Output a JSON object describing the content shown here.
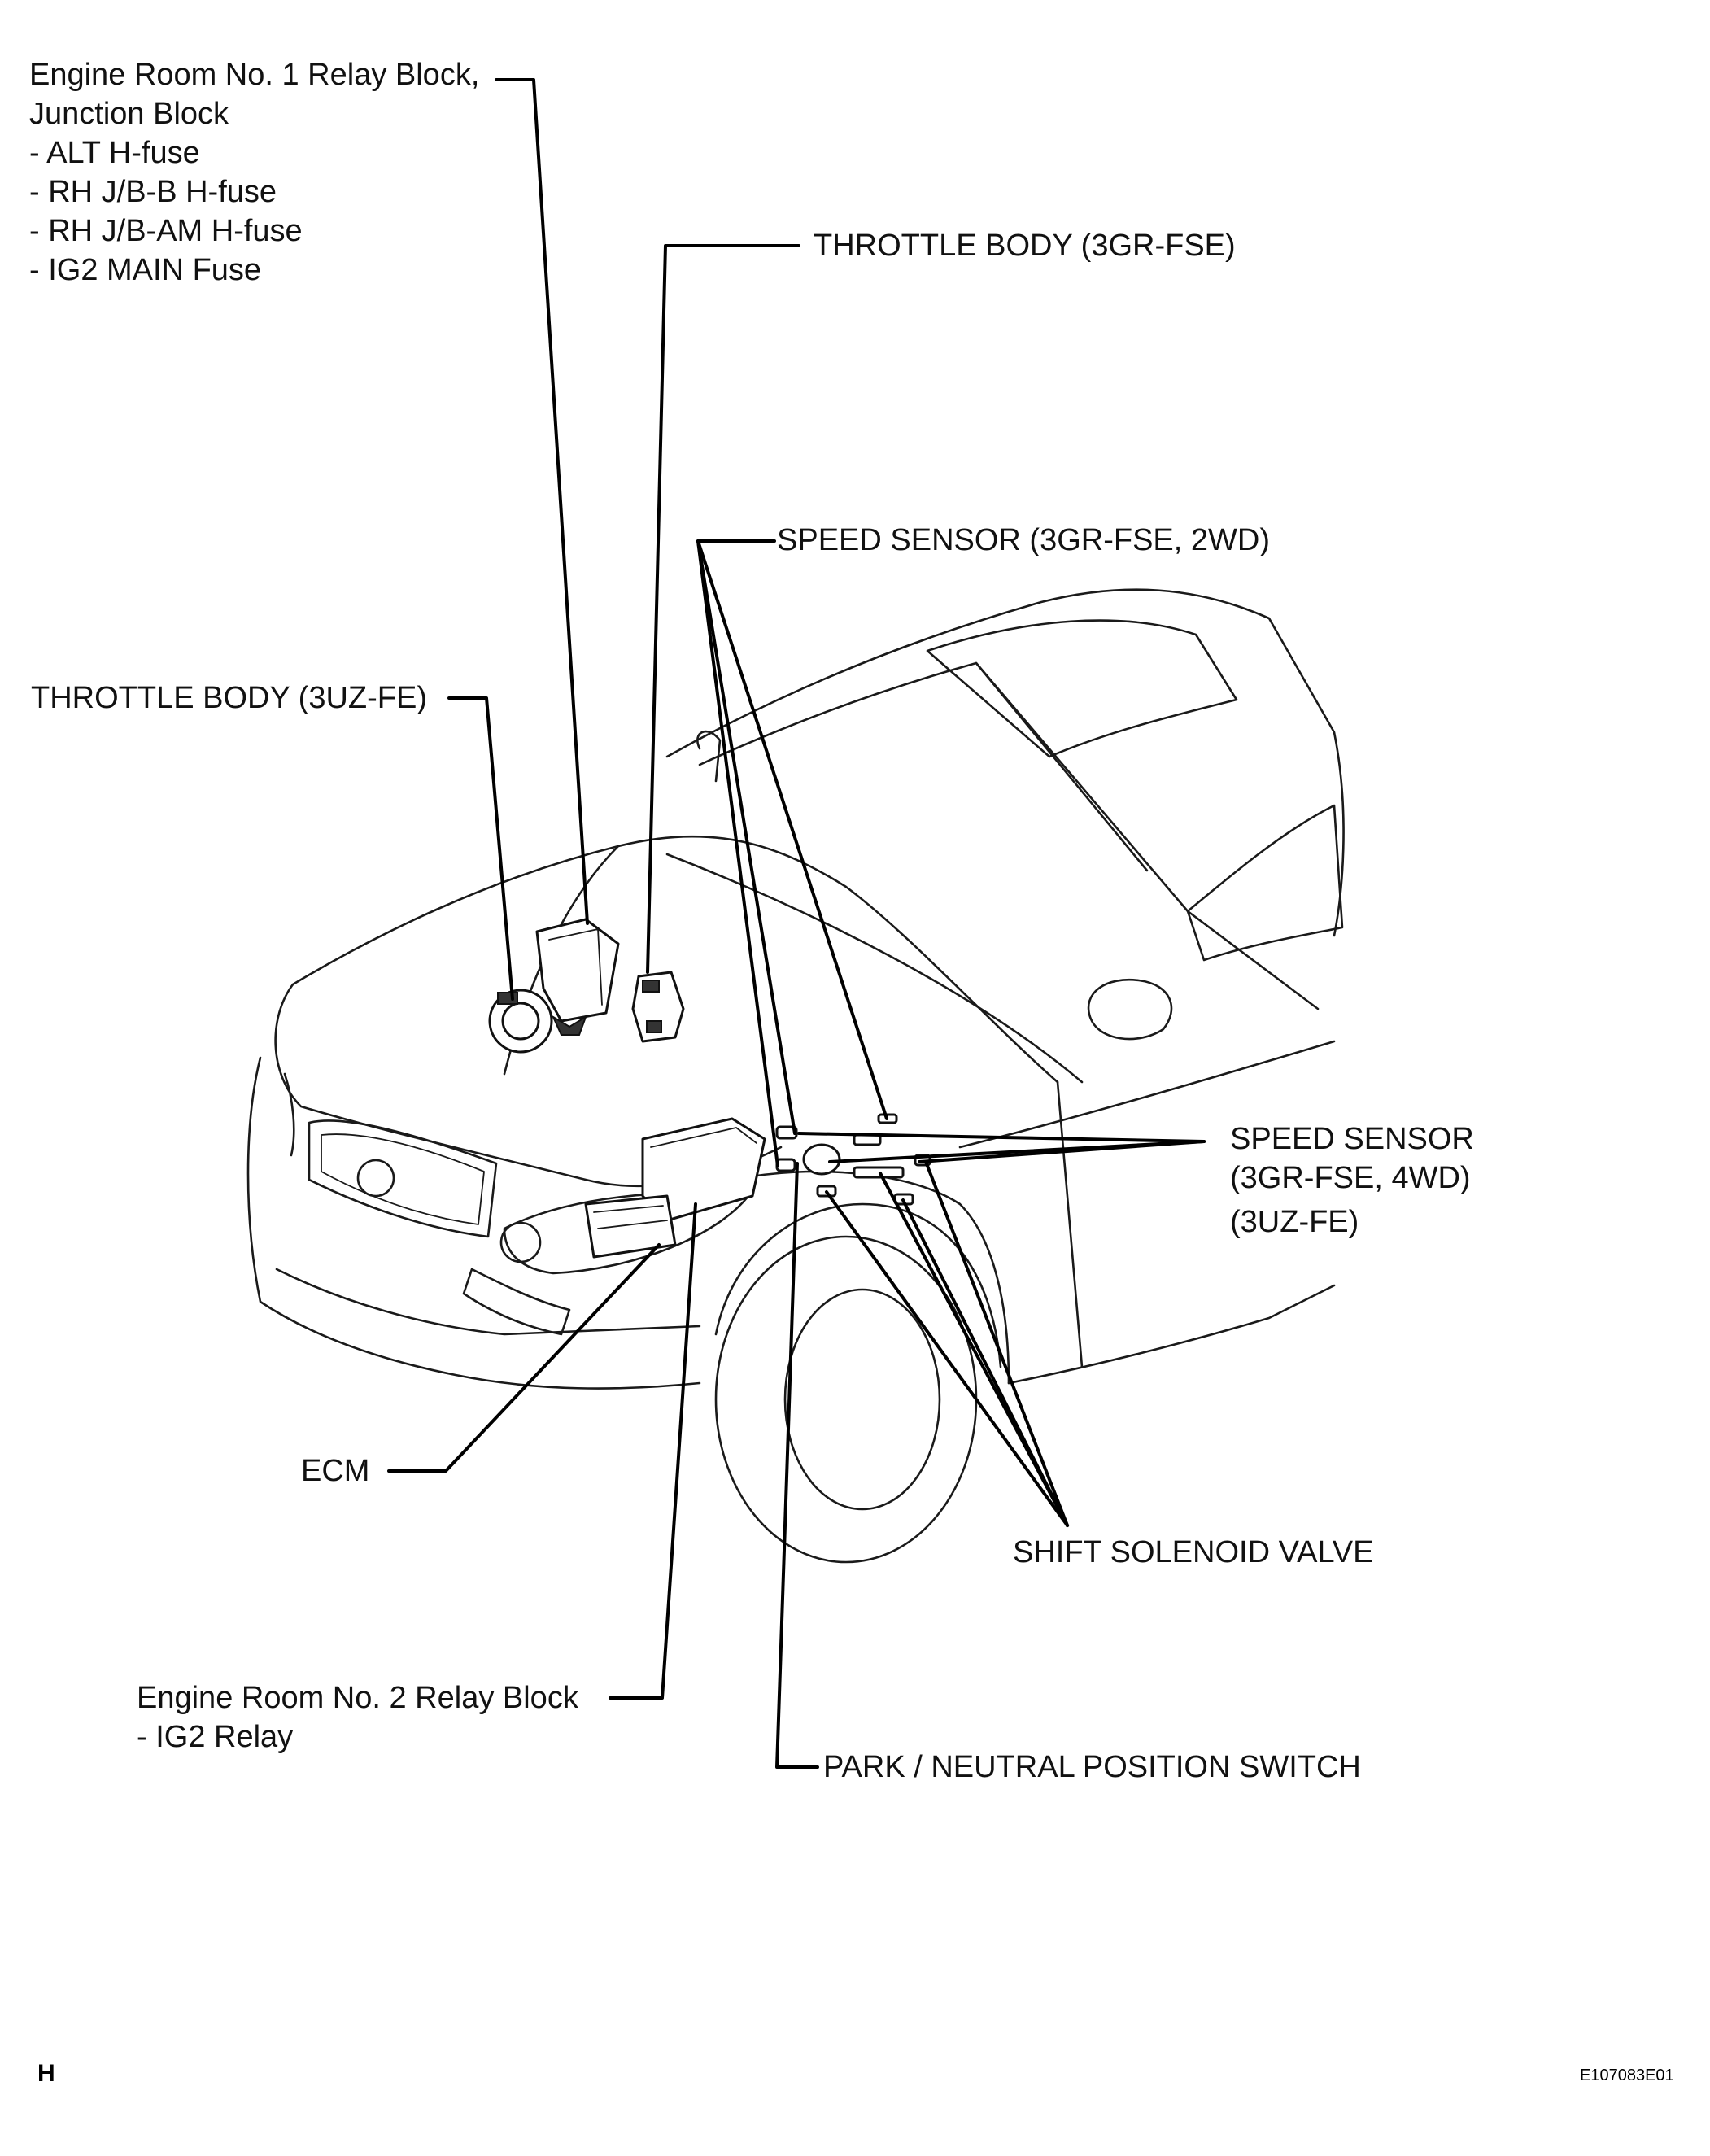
{
  "labels": {
    "relay_block_1": {
      "lines": [
        "Engine Room No. 1 Relay Block,",
        "Junction Block",
        "- ALT H-fuse",
        "- RH J/B-B H-fuse",
        "- RH J/B-AM H-fuse",
        "- IG2 MAIN Fuse"
      ]
    },
    "throttle_body_3gr": "THROTTLE BODY (3GR-FSE)",
    "speed_sensor_2wd": "SPEED SENSOR  (3GR-FSE, 2WD)",
    "throttle_body_3uz": "THROTTLE BODY (3UZ-FE)",
    "speed_sensor_4wd": {
      "lines": [
        "SPEED SENSOR",
        "(3GR-FSE, 4WD)",
        "(3UZ-FE)"
      ]
    },
    "ecm": "ECM",
    "shift_solenoid": "SHIFT SOLENOID VALVE",
    "relay_block_2": {
      "lines": [
        "Engine Room No. 2 Relay Block",
        "- IG2 Relay"
      ]
    },
    "park_neutral": "PARK / NEUTRAL POSITION SWITCH"
  },
  "footer": {
    "section_letter": "H",
    "figure_code": "E107083E01"
  }
}
